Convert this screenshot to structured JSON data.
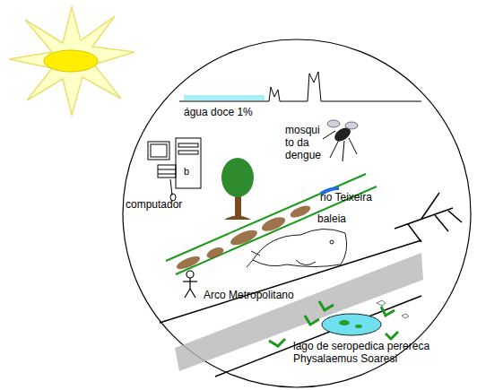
{
  "diagram": {
    "labels": [
      "água doce 1%",
      "mosqui to da dengue",
      "computador",
      "rio Teixeira",
      "baleia",
      "Arco Metropolitano",
      "lago de seropedica perereca Physalaemus Soaresi"
    ]
  }
}
